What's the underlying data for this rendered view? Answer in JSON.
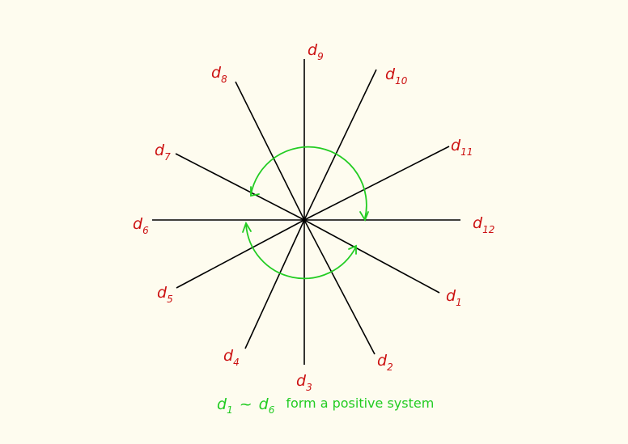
{
  "colors": {
    "background": "#fefcef",
    "lines": "#000000",
    "labels": "#cc1111",
    "arcs": "#22cc22",
    "caption": "#22cc22"
  },
  "rays": [
    {
      "id": "d1",
      "base": "d",
      "sub": "1"
    },
    {
      "id": "d2",
      "base": "d",
      "sub": "2"
    },
    {
      "id": "d3",
      "base": "d",
      "sub": "3"
    },
    {
      "id": "d4",
      "base": "d",
      "sub": "4"
    },
    {
      "id": "d5",
      "base": "d",
      "sub": "5"
    },
    {
      "id": "d6",
      "base": "d",
      "sub": "6"
    },
    {
      "id": "d7",
      "base": "d",
      "sub": "7"
    },
    {
      "id": "d8",
      "base": "d",
      "sub": "8"
    },
    {
      "id": "d9",
      "base": "d",
      "sub": "9"
    },
    {
      "id": "d10",
      "base": "d",
      "sub": "10"
    },
    {
      "id": "d11",
      "base": "d",
      "sub": "11"
    },
    {
      "id": "d12",
      "base": "d",
      "sub": "12"
    }
  ],
  "caption": {
    "d_a": "d",
    "sub_a": "1",
    "tilde": "~",
    "d_b": "d",
    "sub_b": "6",
    "text": "form a positive system"
  }
}
